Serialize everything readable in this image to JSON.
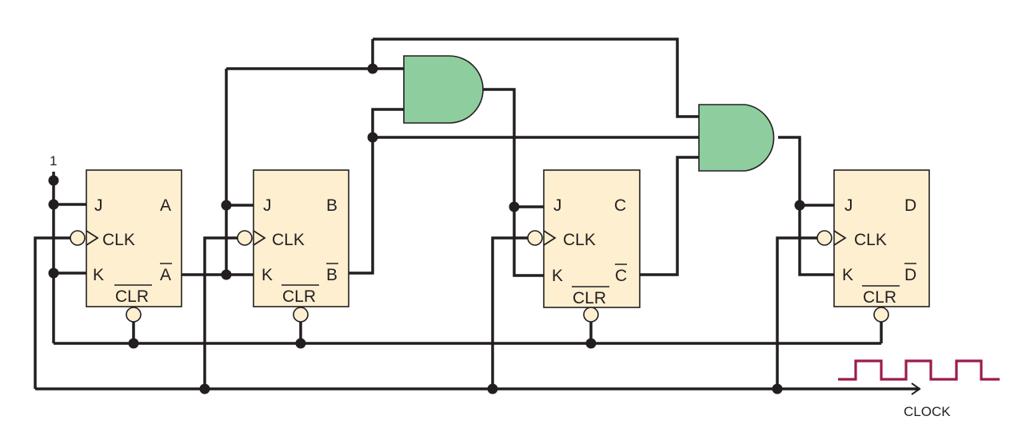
{
  "supply_label": "1",
  "clock_label": "CLOCK",
  "colors": {
    "flipflop_fill": "#fdefd0",
    "gate_fill": "#8ecd9e",
    "clock_wave": "#9b1c4e",
    "wire": "#231f20"
  },
  "flipflops": [
    {
      "j": "J",
      "k": "K",
      "clk": "CLK",
      "clr": "CLR",
      "q": "A",
      "qbar": "A"
    },
    {
      "j": "J",
      "k": "K",
      "clk": "CLK",
      "clr": "CLR",
      "q": "B",
      "qbar": "B"
    },
    {
      "j": "J",
      "k": "K",
      "clk": "CLK",
      "clr": "CLR",
      "q": "C",
      "qbar": "C"
    },
    {
      "j": "J",
      "k": "K",
      "clk": "CLK",
      "clr": "CLR",
      "q": "D",
      "qbar": "D"
    }
  ],
  "gates": [
    {
      "type": "AND"
    },
    {
      "type": "AND"
    }
  ]
}
